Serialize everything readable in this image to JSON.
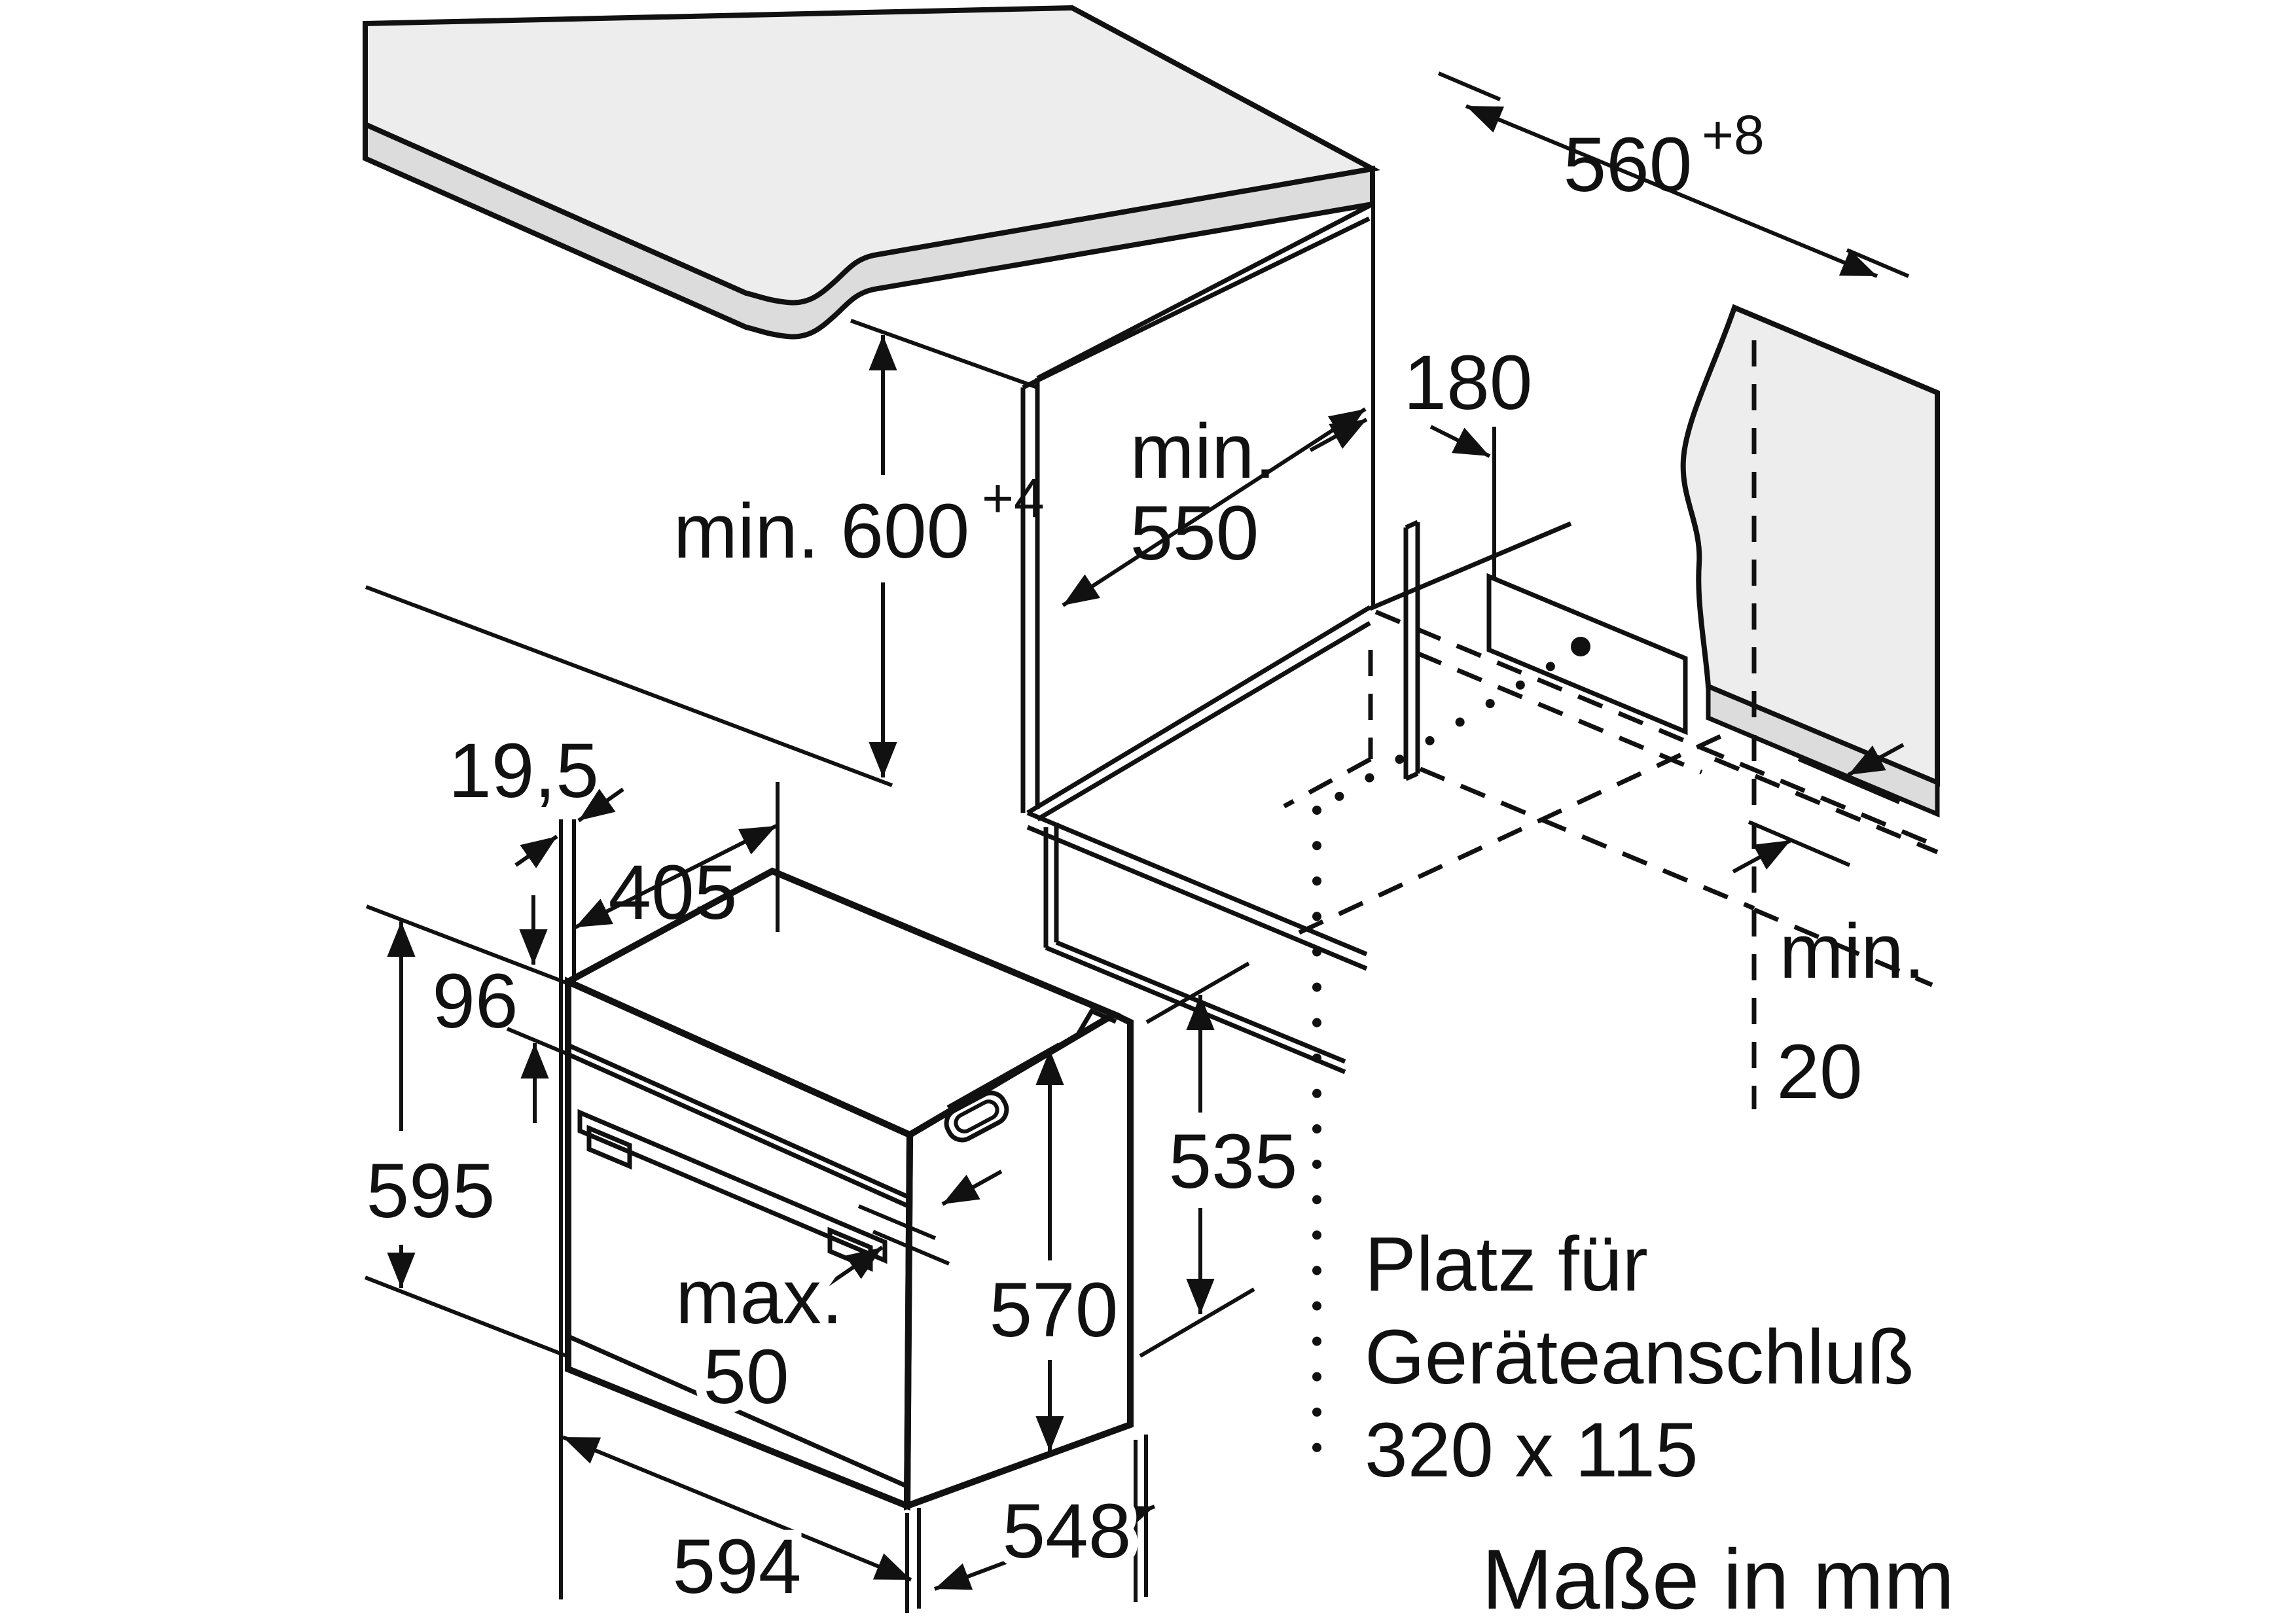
{
  "drawing": {
    "note_lines": {
      "l1": "Platz für",
      "l2": "Geräteanschluß",
      "l3": "320 x 115"
    },
    "units_note": "Maße in mm",
    "dims": {
      "niche_height": "min. 600",
      "niche_height_tol": "+4",
      "niche_width": "560",
      "niche_width_tol": "+8",
      "niche_depth_1": "min.",
      "niche_depth_2": "550",
      "conn_offset": "180",
      "rear_gap_1": "min.",
      "rear_gap_2": "20",
      "panel_thickness": "19,5",
      "front_recess": "405",
      "strip_height": "96",
      "front_height": "595",
      "handle_1": "max.",
      "handle_2": "50",
      "door_height": "570",
      "rear_height": "535",
      "front_width": "594",
      "depth": "548"
    }
  }
}
